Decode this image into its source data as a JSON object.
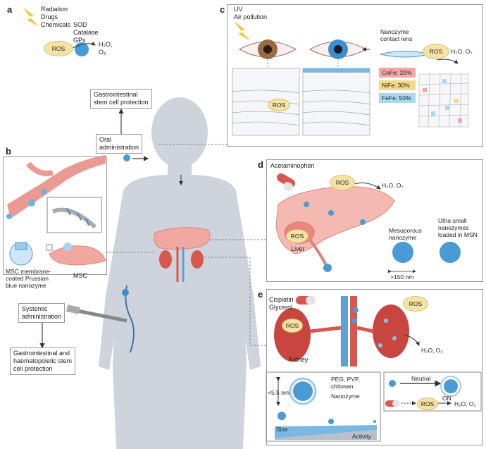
{
  "panels": {
    "a": "a",
    "b": "b",
    "c": "c",
    "d": "d",
    "e": "e"
  },
  "panel_a": {
    "stressors": "Radiation\nDrugs\nChemicals",
    "ros": "ROS",
    "enzymes": "SOD\nCatalase\nGPx",
    "products": "H₂O,\nO₂"
  },
  "center": {
    "gi_protection": "Gastrointestinal\nstem cell protection",
    "oral": "Oral\nadministration",
    "systemic": "Systemic\nadministration",
    "gi_haem": "Gastrointestinal and\nhaematopoietic stem\ncell protection"
  },
  "panel_b": {
    "msc_label": "MSC membrane-\ncoated Prussian\nblue nanozyme",
    "msc": "MSC"
  },
  "panel_c": {
    "uv": "UV\nAir pollution",
    "ros": "ROS",
    "contact_lens": "Nanozyme\ncontact lens",
    "ros2": "ROS",
    "products": "H₂O, O₂",
    "tags": [
      {
        "label": "CoFe: 20%",
        "color": "#f4a7a7"
      },
      {
        "label": "NiFe: 30%",
        "color": "#f6d889"
      },
      {
        "label": "FeFe: 50%",
        "color": "#a9d8f2"
      }
    ]
  },
  "panel_d": {
    "drug": "Acetaminophen",
    "ros_top": "ROS",
    "products": "H₂O, O₂",
    "ros_liver": "ROS",
    "liver": "Liver",
    "meso": "Mesoporous\nnanozyme",
    "size": ">150 nm",
    "ultra": "Ultra-small\nnanozymes\nloaded in MSN"
  },
  "panel_e": {
    "drugs": "Cisplatin\nGlycerol",
    "ros_kidney": "ROS",
    "kidney": "Kidney",
    "ros_right": "ROS",
    "products": "H₂O, O₂",
    "size_dim": "<5.5 nm",
    "coating": "PEG, PVP,\nchitosan",
    "nanozyme": "Nanozyme",
    "size_label": "Size",
    "activity_label": "Activity",
    "neutral": "Neutral",
    "ros_inset": "ROS",
    "on": "ON",
    "products2": "H₂O, O₂"
  }
}
